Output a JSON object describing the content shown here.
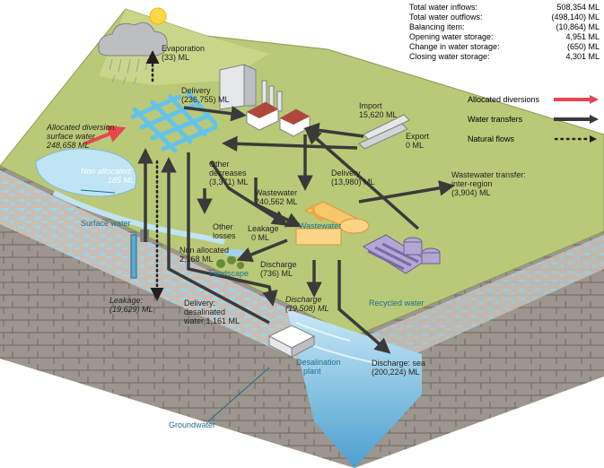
{
  "summary": [
    {
      "label": "Total water inflows:",
      "value": "508,354 ML"
    },
    {
      "label": "Total water outflows:",
      "value": "(498,140) ML"
    },
    {
      "label": "Balancing item:",
      "value": "(10,864) ML"
    },
    {
      "label": "Opening water storage:",
      "value": "4,951 ML"
    },
    {
      "label": "Change in water storage:",
      "value": "(650) ML"
    },
    {
      "label": "Closing water storage:",
      "value": "4,301 ML"
    }
  ],
  "legend": {
    "allocated": "Allocated diversions",
    "transfers": "Water transfers",
    "natural": "Natural flows"
  },
  "colors": {
    "allocated": "#e8464f",
    "transfer": "#3a3a3a",
    "grass": "#b9c978",
    "water": "#9fd3ea",
    "rock": "#a49e98"
  },
  "labels": {
    "evaporation": "Evaporation",
    "evaporation_val": "(33) ML",
    "delivery1": "Delivery",
    "delivery1_val": "(236,755) ML",
    "import": "Import",
    "import_val": "15,620 ML",
    "export": "Export",
    "export_val": "0 ML",
    "alloc_div_1": "Allocated diversion:",
    "alloc_div_2": "surface water",
    "alloc_div_3": "248,658 ML",
    "non_alloc_1": "Non allocated:",
    "non_alloc_2": "185 ML",
    "surface_water": "Surface water",
    "other_dec_1": "Other",
    "other_dec_2": "decreases",
    "other_dec_3": "(3,371) ML",
    "delivery2": "Delivery",
    "delivery2_val": "(13,980) ML",
    "ww_transfer_1": "Wastewater transfer:",
    "ww_transfer_2": "inter-region",
    "ww_transfer_3": "(3,904) ML",
    "wastewater_val_1": "Wastewater",
    "wastewater_val_2": "240,562 ML",
    "wastewater": "Wastewater",
    "other_losses_1": "Other",
    "other_losses_2": "losses",
    "leakage1": "Leakage",
    "leakage1_val": "0 ML",
    "non_alloc2_1": "Non allocated",
    "non_alloc2_2": "2,168 ML",
    "landscape": "Landscape",
    "discharge1": "Discharge",
    "discharge1_val": "(736) ML",
    "recycled": "Recycled water",
    "leakage2": "Leakage:",
    "leakage2_val": "(19,629) ML",
    "delivery3_1": "Delivery:",
    "delivery3_2": "desalinated",
    "delivery3_3": "water 1,161 ML",
    "discharge2": "Discharge",
    "discharge2_val": "(19,508) ML",
    "desal_1": "Desalination",
    "desal_2": "plant",
    "discharge_sea_1": "Discharge: sea",
    "discharge_sea_2": "(200,224) ML",
    "groundwater": "Groundwater"
  }
}
